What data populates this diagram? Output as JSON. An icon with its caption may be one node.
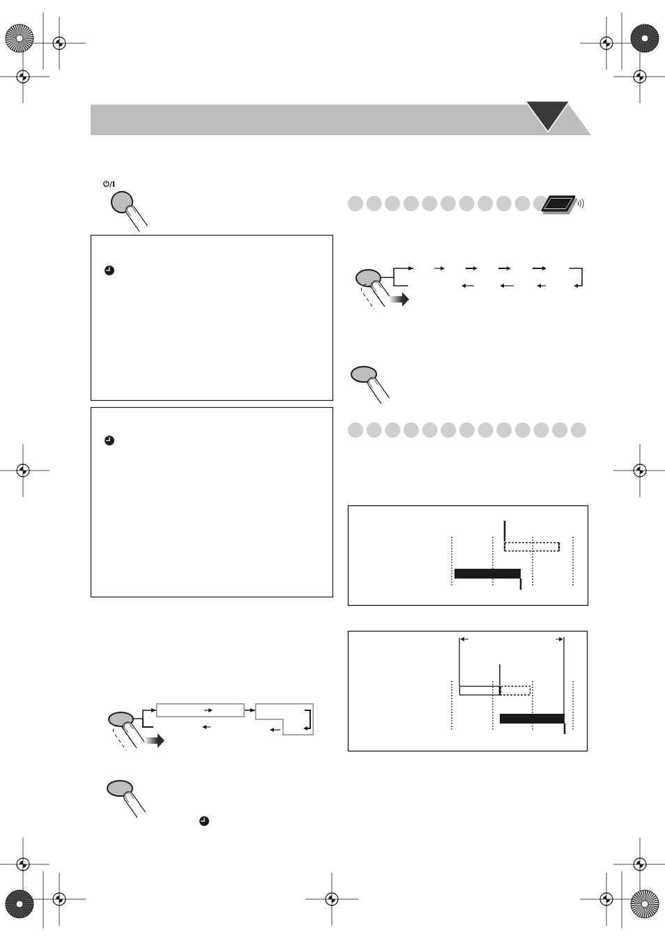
{
  "diagram": {
    "nodes": [
      {
        "text": [],
        "shape": "ellipse"
      },
      {
        "text": [],
        "shape": "ellipse"
      },
      {
        "text": [],
        "shape": "box"
      },
      {
        "text": [],
        "shape": "box"
      }
    ],
    "edges": [
      {
        "from": 0,
        "to": null,
        "arrow": "to"
      },
      {
        "from": 1,
        "to": 2,
        "arrow": "to"
      },
      {
        "from": 2,
        "to": 3,
        "arrow": "to"
      }
    ],
    "labels": [
      "⏻/I"
    ]
  }
}
